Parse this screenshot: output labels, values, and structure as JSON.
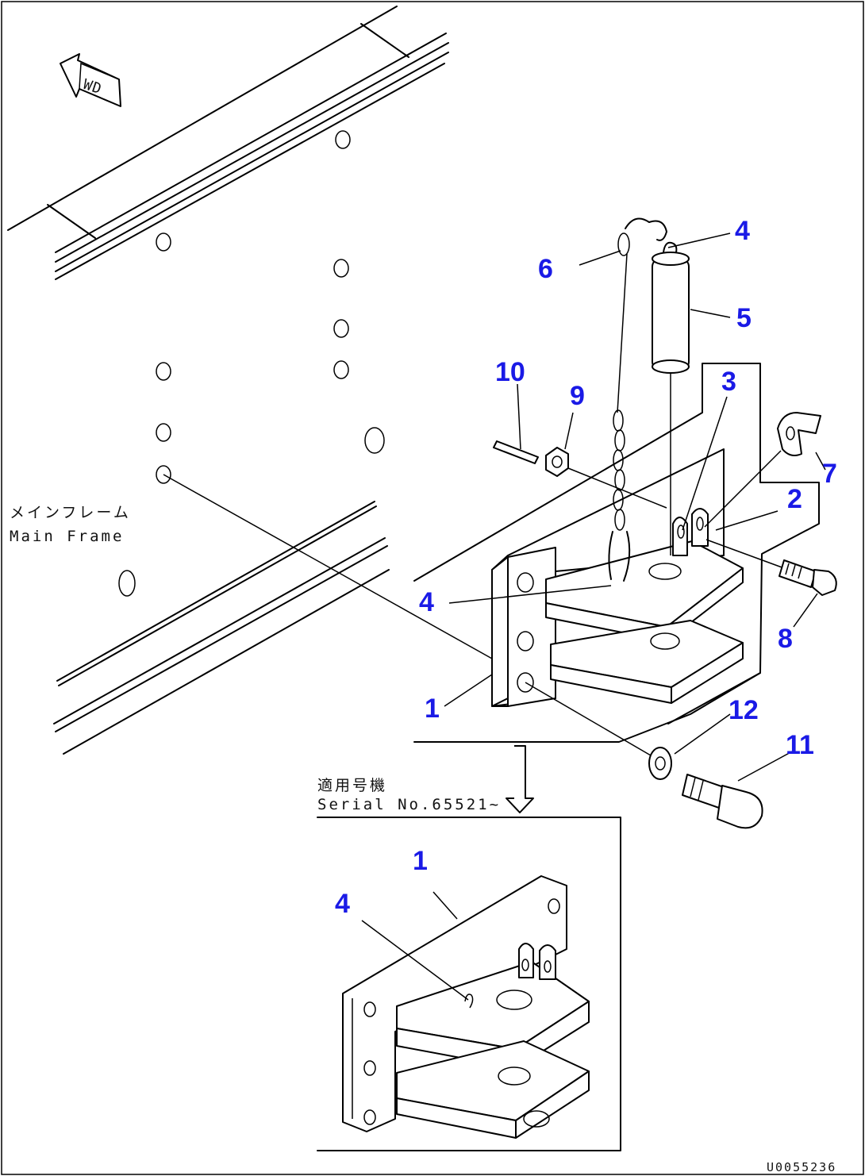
{
  "frame_label": {
    "japanese": "メインフレーム",
    "english": "Main Frame"
  },
  "direction_label": "WD",
  "serial_note": {
    "japanese": "適用号機",
    "english": "Serial No.65521~"
  },
  "callouts": {
    "main": [
      "1",
      "2",
      "3",
      "4",
      "4",
      "5",
      "6",
      "7",
      "8",
      "9",
      "10",
      "11",
      "12"
    ],
    "inset": [
      "1",
      "4"
    ]
  },
  "drawing_code": "U0055236",
  "colors": {
    "callout": "#1a1ae6",
    "line": "#000000",
    "background": "#ffffff"
  }
}
